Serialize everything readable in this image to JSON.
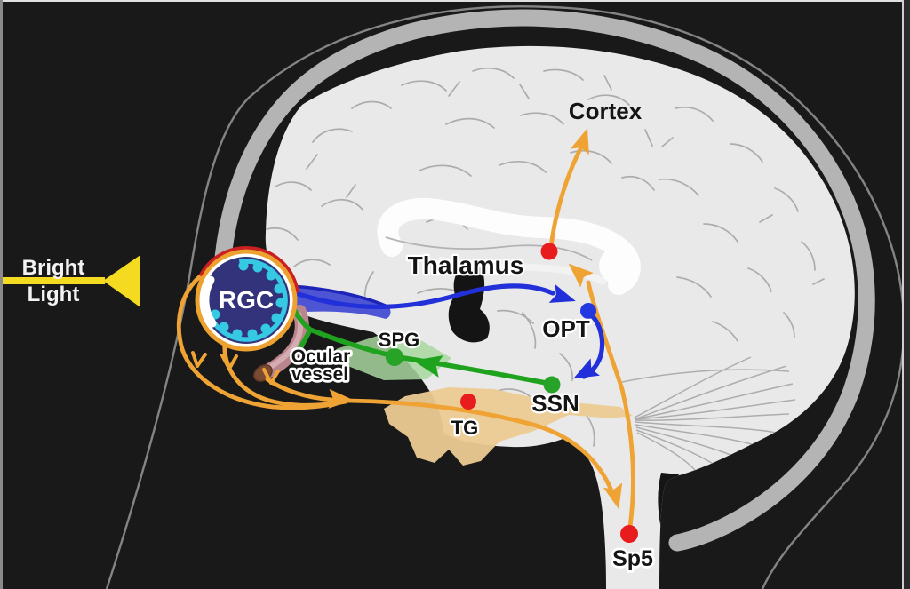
{
  "figure": {
    "type": "diagram",
    "subject": "Bright light (photophobia) neural pathway on a sagittal brain section"
  },
  "labels": {
    "bright1": "Bright",
    "bright2": "Light",
    "rgc": "RGC",
    "ocular1": "Ocular",
    "ocular2": "vessel",
    "spg": "SPG",
    "ssn": "SSN",
    "opt": "OPT",
    "tg": "TG",
    "thalamus": "Thalamus",
    "cortex": "Cortex",
    "sp5": "Sp5"
  },
  "colors": {
    "pathway_orange": "#EFA334",
    "pathway_blue": "#2130D9",
    "pathway_green": "#1FA31F",
    "node_red": "#E81C1C",
    "node_blue": "#2438E0",
    "node_green": "#27A327",
    "eye_fill": "#32337A",
    "eye_rgc_cyan": "#35C9E4",
    "eye_ring_orange": "#EDA12F",
    "eye_rim_red": "#CC1F1F",
    "light_yellow": "#F5DA22",
    "brain_gray": "#E9E9E9",
    "skull_gray": "#B4B4B4",
    "tg_region": "#EDCB92",
    "spg_region": "#A9D79F",
    "vessel_pink": "#B9868E"
  },
  "nodes": [
    {
      "id": "rgc",
      "label": "RGC",
      "marker": "eye-globe"
    },
    {
      "id": "spg",
      "label": "SPG",
      "marker_color": "#27A327"
    },
    {
      "id": "ssn",
      "label": "SSN",
      "marker_color": "#27A327"
    },
    {
      "id": "opt",
      "label": "OPT",
      "marker_color": "#2438E0"
    },
    {
      "id": "tg",
      "label": "TG",
      "marker_color": "#E81C1C"
    },
    {
      "id": "thalamus",
      "label": "Thalamus",
      "marker_color": "#E81C1C"
    },
    {
      "id": "sp5",
      "label": "Sp5",
      "marker_color": "#E81C1C"
    },
    {
      "id": "cortex",
      "label": "Cortex",
      "marker_color": null
    }
  ],
  "pathways": [
    {
      "name": "retina-to-olivary-pretectal",
      "color_key": "pathway_blue",
      "route": [
        "RGC",
        "OPT",
        "SSN"
      ]
    },
    {
      "name": "parasympathetic-to-ocular-vessel",
      "color_key": "pathway_green",
      "route": [
        "SSN",
        "SPG",
        "Ocular vessel"
      ]
    },
    {
      "name": "trigeminal-afferent",
      "color_key": "pathway_orange",
      "route": [
        "Ocular vessel",
        "TG",
        "Sp5"
      ]
    },
    {
      "name": "ascending-pain",
      "color_key": "pathway_orange",
      "route": [
        "Sp5",
        "Thalamus",
        "Cortex"
      ]
    }
  ],
  "stimulus": {
    "line1": "Bright",
    "line2": "Light",
    "arrow_color": "#F5DA22"
  }
}
